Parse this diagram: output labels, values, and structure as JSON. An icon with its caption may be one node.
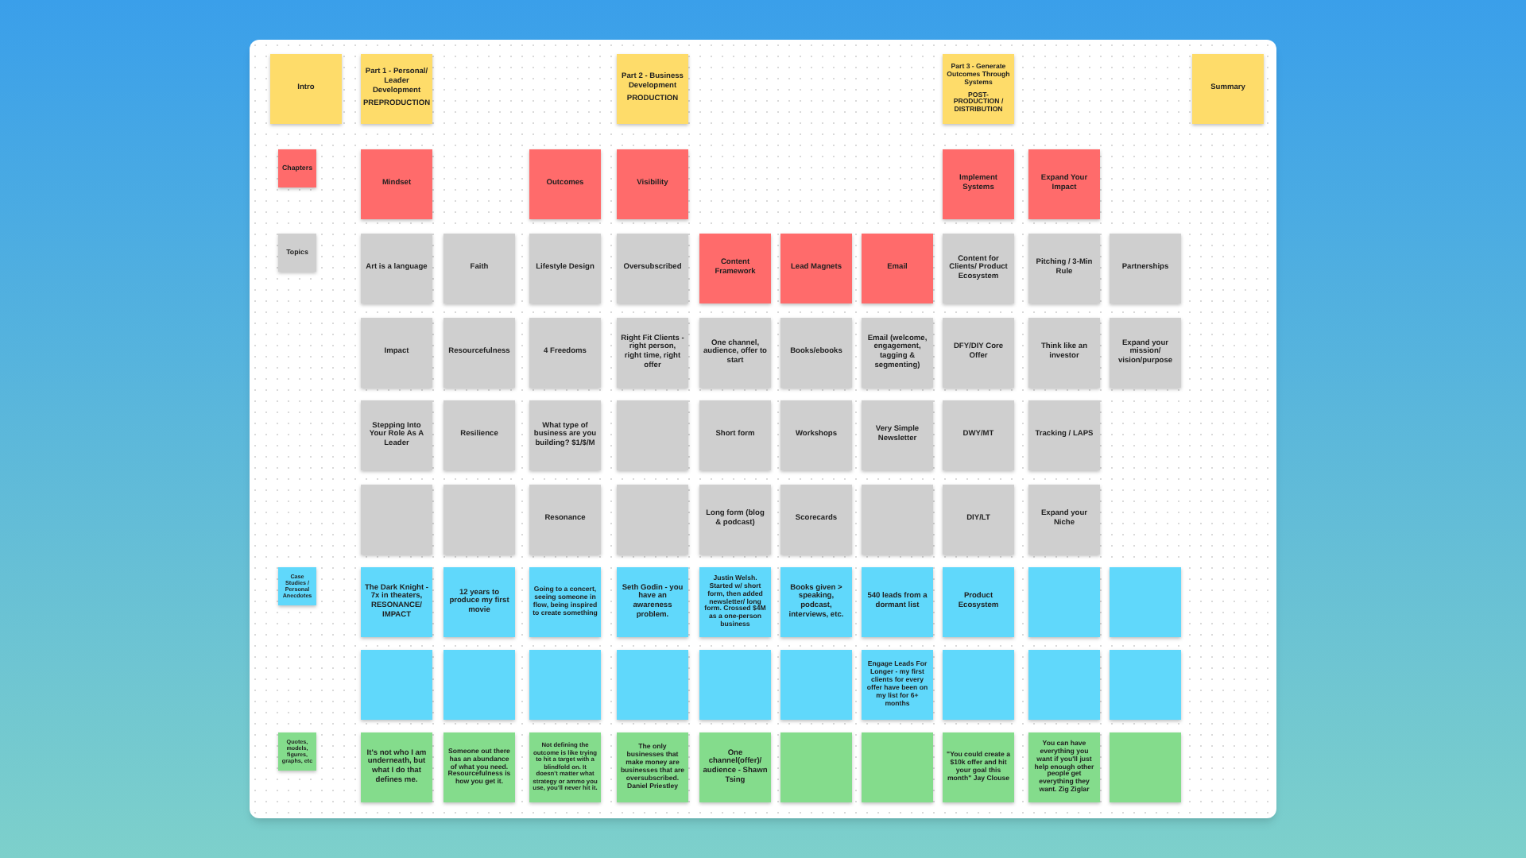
{
  "diagram": {
    "nodes": [
      {
        "text": [
          "Intro"
        ]
      },
      {
        "text": [
          "Part 1 - Personal/ Leader Development",
          "PREPRODUCTION"
        ]
      },
      {
        "text": [
          "Part 2 - Business Development",
          "PRODUCTION"
        ]
      },
      {
        "text": [
          "Part 3 - Generate Outcomes Through Systems",
          "POST-PRODUCTION / DISTRIBUTION"
        ]
      },
      {
        "text": [
          "Summary"
        ]
      },
      {
        "text": [
          "Chapters"
        ]
      },
      {
        "text": [
          "Mindset"
        ]
      },
      {
        "text": [
          "Outcomes"
        ]
      },
      {
        "text": [
          "Visibility"
        ]
      },
      {
        "text": [
          "Implement Systems"
        ]
      },
      {
        "text": [
          "Expand Your Impact"
        ]
      },
      {
        "text": [
          "Topics"
        ]
      },
      {
        "text": [
          "Art is a language"
        ]
      },
      {
        "text": [
          "Faith"
        ]
      },
      {
        "text": [
          "Lifestyle Design"
        ]
      },
      {
        "text": [
          "Oversubscribed"
        ]
      },
      {
        "text": [
          "Content Framework"
        ]
      },
      {
        "text": [
          "Lead Magnets"
        ]
      },
      {
        "text": [
          "Email"
        ]
      },
      {
        "text": [
          "Content for Clients/ Product Ecosystem"
        ]
      },
      {
        "text": [
          "Pitching / 3-Min Rule"
        ]
      },
      {
        "text": [
          "Partnerships"
        ]
      },
      {
        "text": [
          "Impact"
        ]
      },
      {
        "text": [
          "Resourcefulness"
        ]
      },
      {
        "text": [
          "4 Freedoms"
        ]
      },
      {
        "text": [
          "Right Fit Clients - right person, right time, right offer"
        ]
      },
      {
        "text": [
          "One channel, audience, offer to start"
        ]
      },
      {
        "text": [
          "Books/ebooks"
        ]
      },
      {
        "text": [
          "Email (welcome, engagement, tagging & segmenting)"
        ]
      },
      {
        "text": [
          "DFY/DIY Core Offer"
        ]
      },
      {
        "text": [
          "Think like an investor"
        ]
      },
      {
        "text": [
          "Expand your mission/ vision/purpose"
        ]
      },
      {
        "text": [
          "Stepping Into Your Role As A Leader"
        ]
      },
      {
        "text": [
          "Resilience"
        ]
      },
      {
        "text": [
          "What type of business are you building? $1/$/M"
        ]
      },
      {
        "text": [],
        "shape": "box"
      },
      {
        "text": [
          "Short form"
        ]
      },
      {
        "text": [
          "Workshops"
        ]
      },
      {
        "text": [
          "Very Simple Newsletter"
        ]
      },
      {
        "text": [
          "DWY/MT"
        ]
      },
      {
        "text": [
          "Tracking / LAPS"
        ]
      },
      {
        "text": [],
        "shape": "box"
      },
      {
        "text": [],
        "shape": "box"
      },
      {
        "text": [
          "Resonance"
        ]
      },
      {
        "text": [],
        "shape": "box"
      },
      {
        "text": [
          "Long form (blog & podcast)"
        ]
      },
      {
        "text": [
          "Scorecards"
        ]
      },
      {
        "text": [],
        "shape": "box"
      },
      {
        "text": [
          "DIY/LT"
        ]
      },
      {
        "text": [
          "Expand your Niche"
        ]
      },
      {
        "text": [
          "Case Studies / Personal Anecdotes"
        ]
      },
      {
        "text": [
          "The Dark Knight - 7x in theaters, RESONANCE/ IMPACT"
        ]
      },
      {
        "text": [
          "12 years to produce my first movie"
        ]
      },
      {
        "text": [
          "Going to a concert, seeing someone in flow, being inspired to create something"
        ]
      },
      {
        "text": [
          "Seth Godin - you have an awareness problem."
        ]
      },
      {
        "text": [
          "Justin Welsh. Started w/ short form, then added newsletter/ long form. Crossed $4M as a one-person business"
        ]
      },
      {
        "text": [
          "Books given > speaking, podcast, interviews, etc."
        ]
      },
      {
        "text": [
          "540 leads from a dormant list"
        ]
      },
      {
        "text": [
          "Product Ecosystem"
        ]
      },
      {
        "text": [],
        "shape": "box"
      },
      {
        "text": [],
        "shape": "box"
      },
      {
        "text": [],
        "shape": "box"
      },
      {
        "text": [],
        "shape": "box"
      },
      {
        "text": [],
        "shape": "box"
      },
      {
        "text": [],
        "shape": "box"
      },
      {
        "text": [],
        "shape": "box"
      },
      {
        "text": [],
        "shape": "box"
      },
      {
        "text": [
          "Engage Leads For Longer - my first clients for every offer have been on my list for 6+ months"
        ]
      },
      {
        "text": [],
        "shape": "box"
      },
      {
        "text": [],
        "shape": "box"
      },
      {
        "text": [],
        "shape": "box"
      },
      {
        "text": [
          "Quotes, models, figures, graphs, etc"
        ]
      },
      {
        "text": [
          "It's not who I am underneath, but what I do that defines me."
        ]
      },
      {
        "text": [
          "Someone out there has an abundance of what you need. Resourcefulness is how you get it."
        ]
      },
      {
        "text": [
          "Not defining the outcome is like trying to hit a target with a blindfold on. It doesn't matter what strategy or ammo you use, you'll never hit it."
        ]
      },
      {
        "text": [
          "The only businesses that make money are businesses that are oversubscribed. Daniel Priestley"
        ]
      },
      {
        "text": [
          "One channel(offer)/ audience - Shawn Tsing"
        ]
      },
      {
        "text": [],
        "shape": "box"
      },
      {
        "text": [],
        "shape": "box"
      },
      {
        "text": [
          "\"You could create a $10k offer and hit your goal this month\" Jay Clouse"
        ]
      },
      {
        "text": [
          "You can have everything you want if you'll just help enough other people get everything they want. Zig Ziglar"
        ]
      },
      {
        "text": [],
        "shape": "box"
      }
    ]
  }
}
